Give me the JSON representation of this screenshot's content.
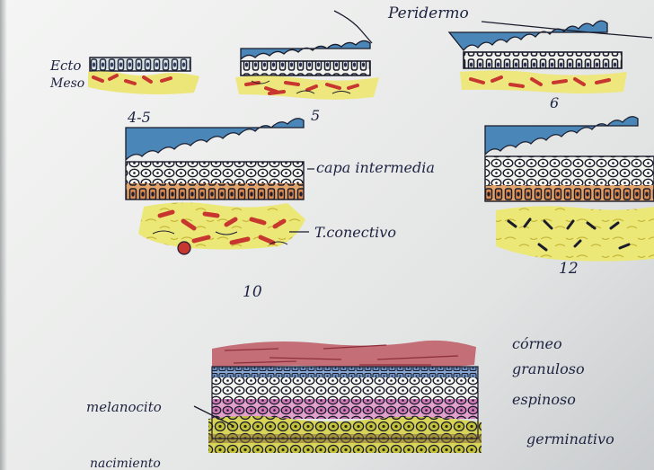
{
  "labels": {
    "peridermo": "Peridermo",
    "ecto": "Ecto",
    "meso": "Meso",
    "capa_intermedia": "capa intermedia",
    "t_conectivo": "T.conectivo",
    "corneo": "córneo",
    "granuloso": "granuloso",
    "espinoso": "espinoso",
    "germinativo": "germinativo",
    "melanocito": "melanocito",
    "nacimiento": "nacimiento"
  },
  "stages": {
    "s1": "4-5",
    "s2": "5",
    "s3": "6",
    "s4": "10",
    "s5": "12"
  },
  "colors": {
    "periderm_blue": "#4b86b8",
    "cell_ink": "#1a1c2c",
    "mesenchyme_yellow": "#e6e06a",
    "mesenchyme_red": "#c8372f",
    "basal_orange": "#c87d45",
    "corneum_pink": "#c46f78",
    "spinous_magenta": "#c64fa2",
    "germinative_olive": "#b9bb2a"
  }
}
